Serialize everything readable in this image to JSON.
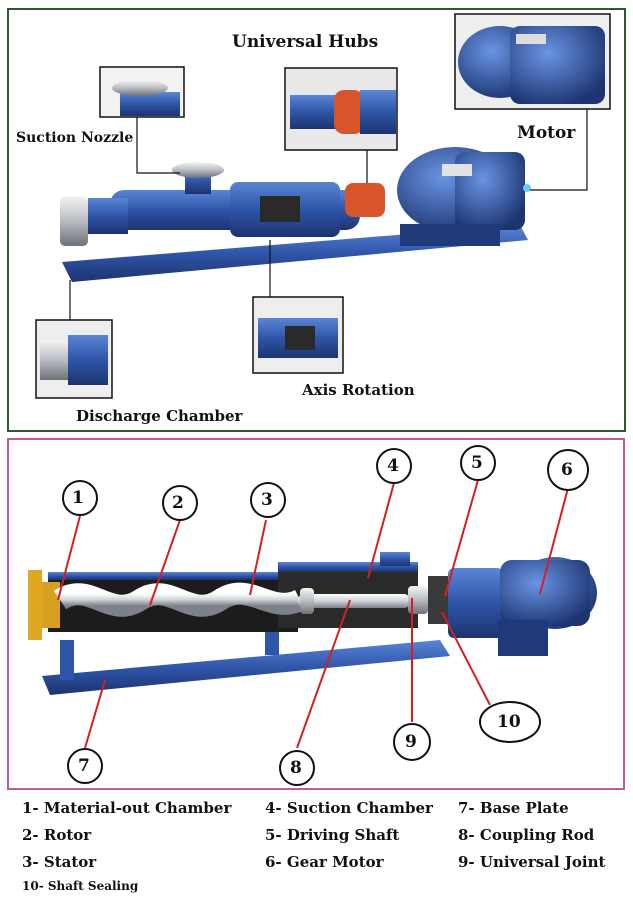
{
  "top": {
    "labels": {
      "universal_hubs": "Universal Hubs",
      "suction_nozzle": "Suction Nozzle",
      "motor": "Motor",
      "axis_rotation": "Axis Rotation",
      "discharge_chamber": "Discharge Chamber"
    }
  },
  "bottom": {
    "callouts": [
      "1",
      "2",
      "3",
      "4",
      "5",
      "6",
      "7",
      "8",
      "9",
      "10"
    ]
  },
  "legend": [
    "1- Material-out Chamber",
    "2- Rotor",
    "3- Stator",
    "4- Suction Chamber",
    "5- Driving Shaft",
    "6- Gear Motor",
    "7- Base Plate",
    "8- Coupling Rod",
    "9- Universal Joint",
    "10- Shaft Sealing"
  ],
  "colors": {
    "pump_blue": "#2f55a8",
    "pump_dark": "#1c3470",
    "leader_red": "#d42020",
    "frame_green": "#2e5b2e",
    "frame_pink": "#c05a98"
  }
}
